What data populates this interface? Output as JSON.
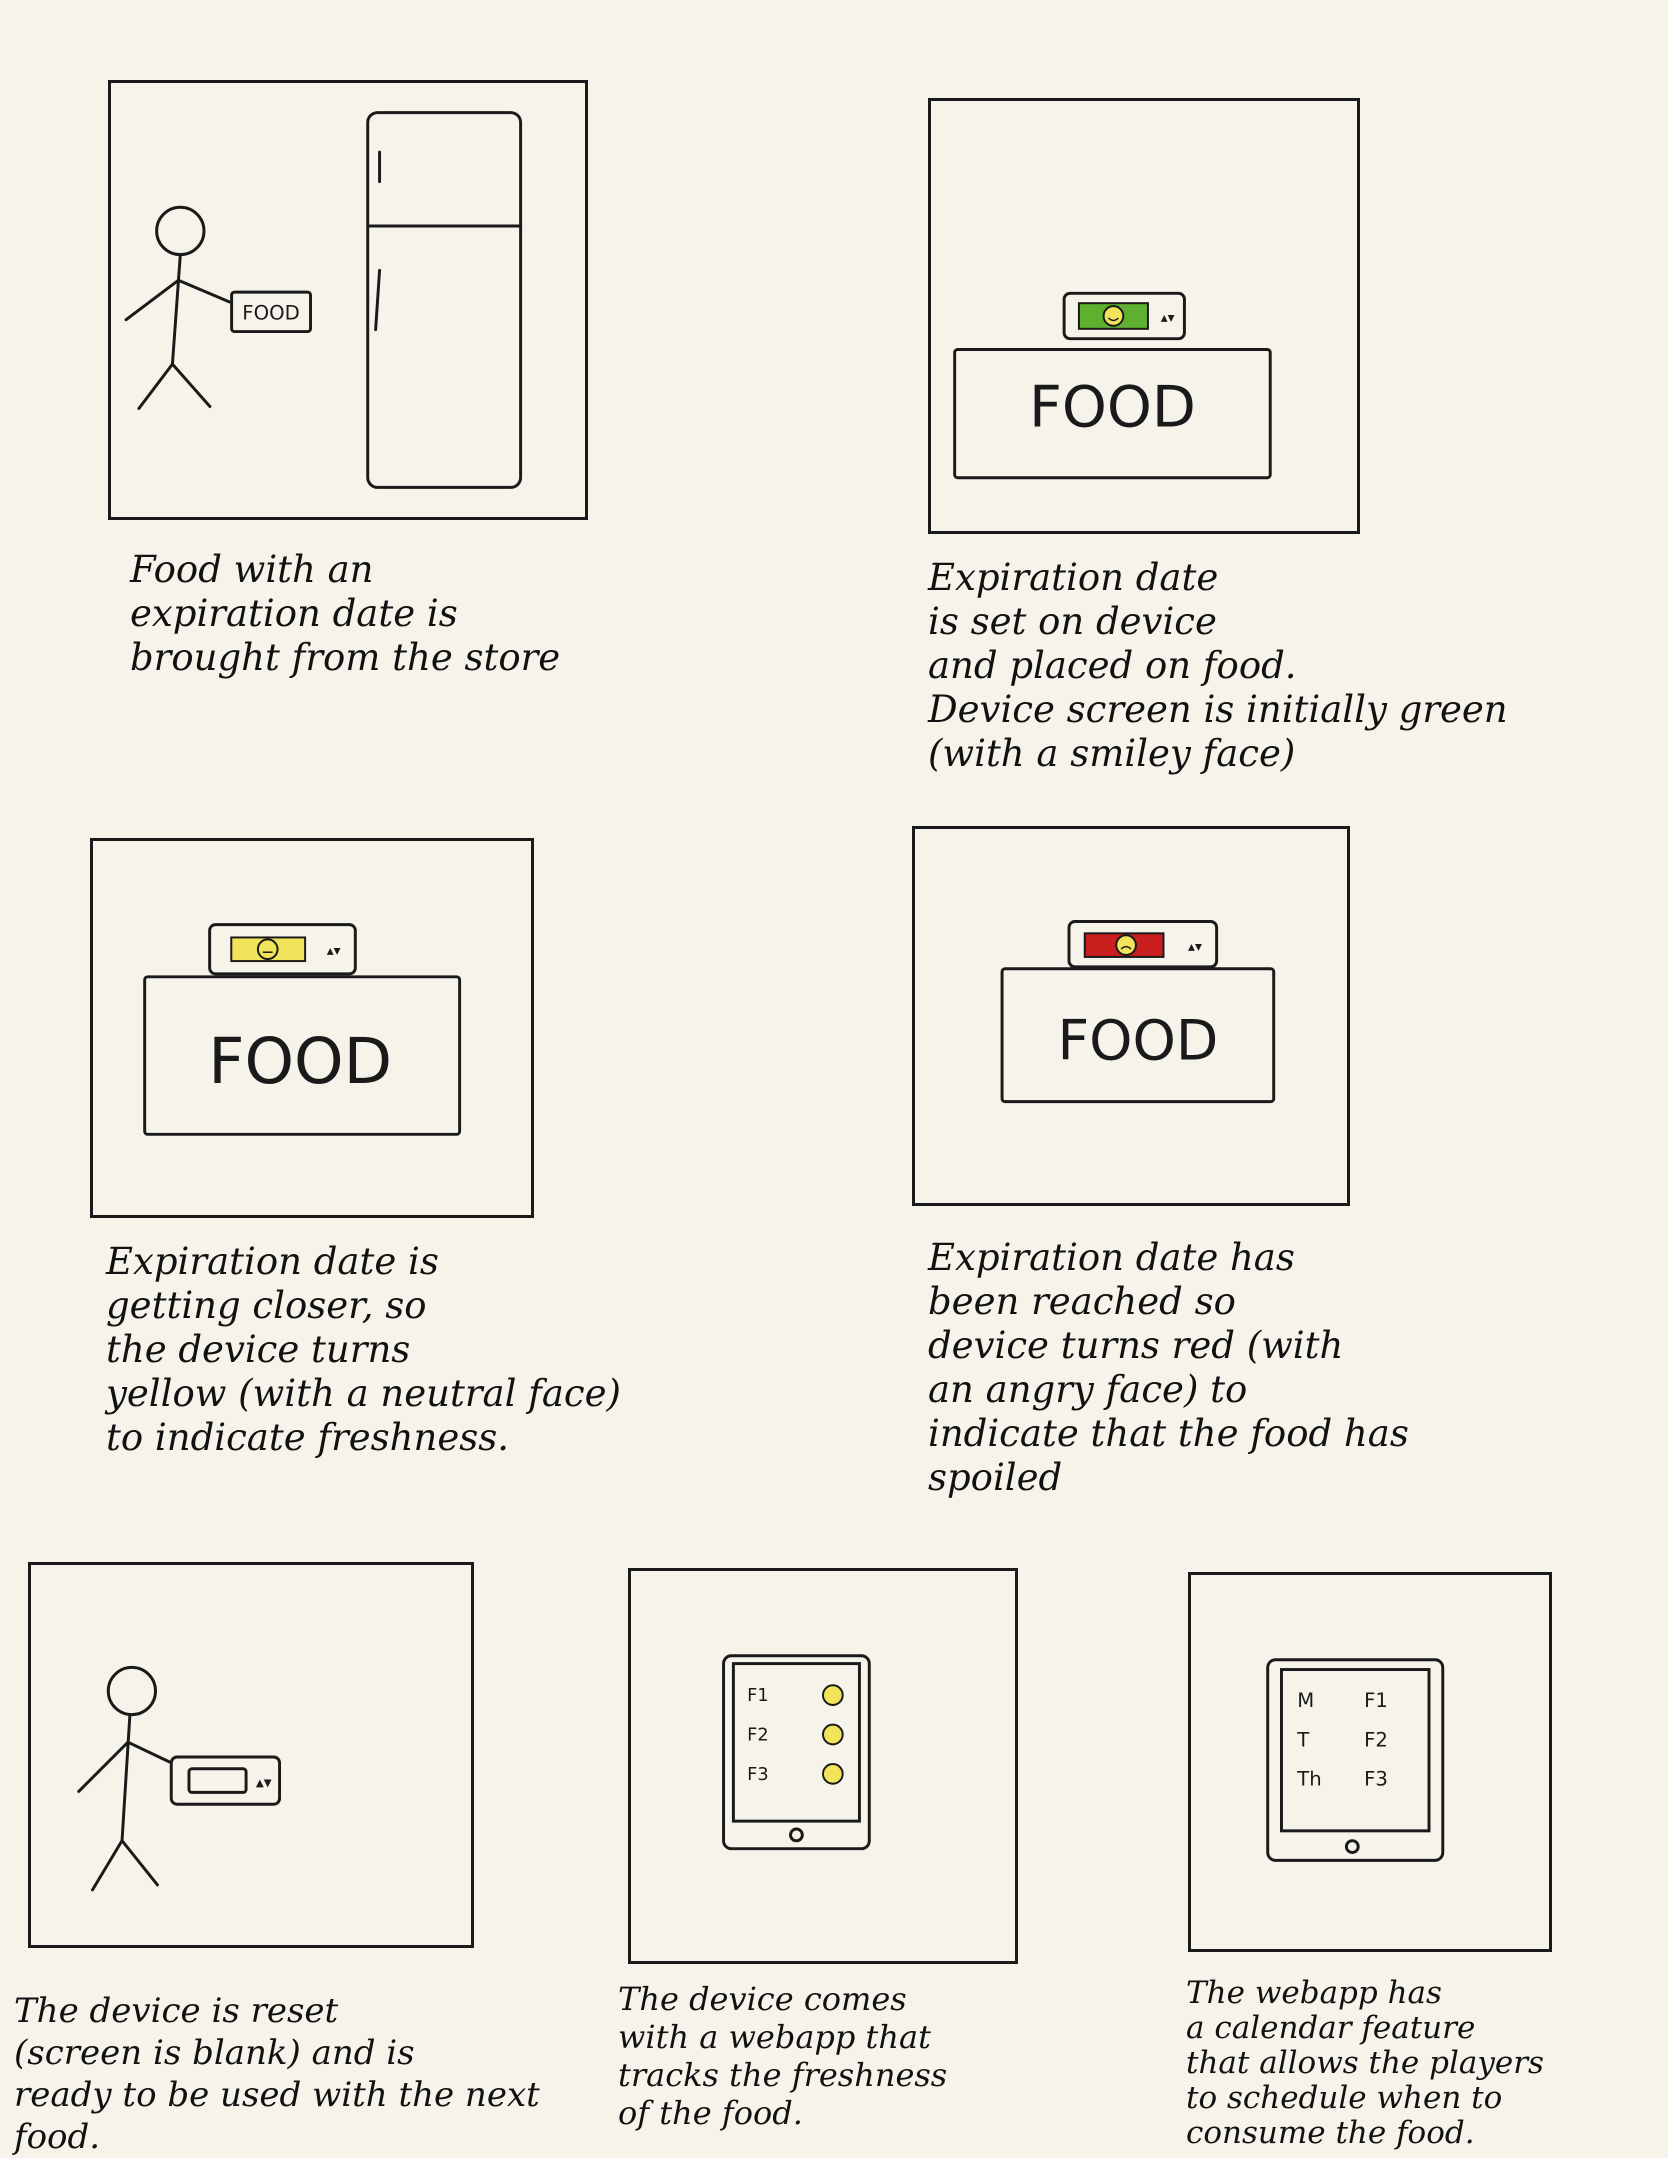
{
  "panels": [
    {
      "caption": "Food with an\nexpiration date is\nbrought from the store",
      "food_label": "FOOD"
    },
    {
      "caption": "Expiration date\nis set on device\nand placed on food.\nDevice screen is initially green\n(with a smiley face)",
      "food_label": "FOOD",
      "screen_color": "#5fb030"
    },
    {
      "caption": "Expiration date is\ngetting closer, so\nthe device turns\nyellow (with a neutral face)\nto indicate freshness.",
      "food_label": "FOOD",
      "screen_color": "#f1e45a"
    },
    {
      "caption": "Expiration date has\nbeen reached so\ndevice turns red (with\nan angry face) to\nindicate that the food has\nspoiled",
      "food_label": "FOOD",
      "screen_color": "#c81e1e"
    },
    {
      "caption": "The device is reset\n(screen is blank) and is\nready to be used with the next\nfood."
    },
    {
      "caption": "The device comes\nwith a webapp that\ntracks the freshness\nof the food.",
      "items": [
        "F1",
        "F2",
        "F3"
      ]
    },
    {
      "caption": "The webapp has\na calendar feature\nthat allows the players\nto schedule when to\nconsume the food.",
      "days": [
        "M",
        "T",
        "Th"
      ],
      "items": [
        "F1",
        "F2",
        "F3"
      ]
    }
  ],
  "colors": {
    "ink": "#1a1a1a",
    "paper": "#f6f4ea",
    "face_yellow": "#f1e45a"
  }
}
